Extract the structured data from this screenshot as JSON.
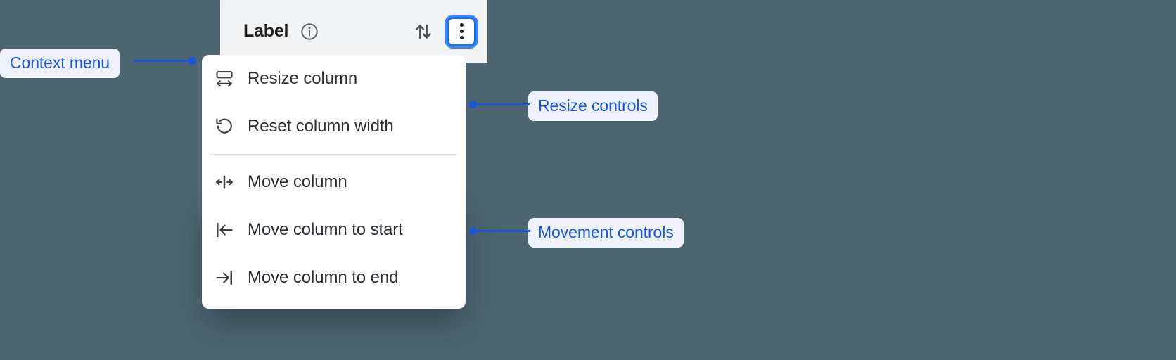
{
  "background_color": "#4c6570",
  "accent_color": "#1a56db",
  "column_header": {
    "title": "Label",
    "info_icon": "info-circle-icon",
    "sort_icon": "sort-arrows-icon",
    "menu_button_icon": "kebab-menu-icon",
    "menu_button_focused": true,
    "panel_color": "#f1f3f4"
  },
  "context_menu": {
    "groups": [
      {
        "name": "resize",
        "items": [
          {
            "label": "Resize column",
            "icon": "resize-column-icon"
          },
          {
            "label": "Reset column width",
            "icon": "reset-width-icon"
          }
        ]
      },
      {
        "name": "movement",
        "items": [
          {
            "label": "Move column",
            "icon": "move-column-icon"
          },
          {
            "label": "Move column to start",
            "icon": "move-to-start-icon"
          },
          {
            "label": "Move column to end",
            "icon": "move-to-end-icon"
          }
        ]
      }
    ]
  },
  "annotations": [
    {
      "id": "context-menu",
      "label": "Context menu"
    },
    {
      "id": "resize-controls",
      "label": "Resize controls"
    },
    {
      "id": "movement-controls",
      "label": "Movement controls"
    }
  ]
}
